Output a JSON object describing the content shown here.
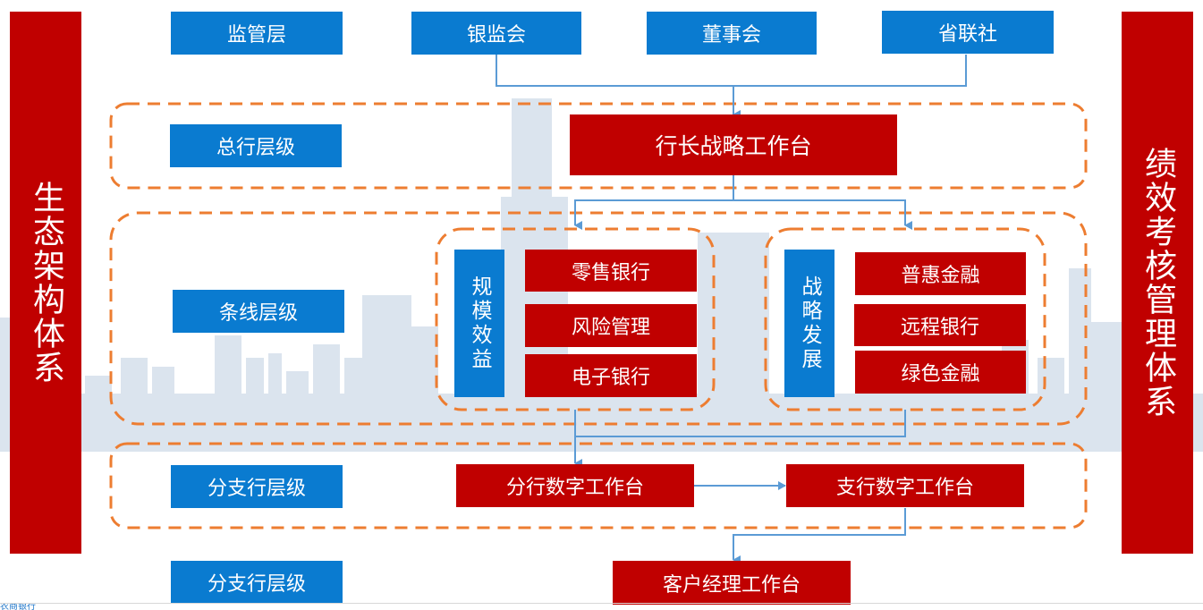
{
  "left_pillar": {
    "label": "生态架构体系"
  },
  "right_pillar": {
    "label": "绩效考核管理体系"
  },
  "layers": {
    "supervision": "监管层",
    "head_office": "总行层级",
    "business_line": "条线层级",
    "branch": "分支行层级",
    "branch_bottom": "分支行层级"
  },
  "supervisors": [
    "银监会",
    "董事会",
    "省联社"
  ],
  "head_office_node": "行长战略工作台",
  "group_scale": {
    "label": "规模效益",
    "items": [
      "零售银行",
      "风险管理",
      "电子银行"
    ]
  },
  "group_strategy": {
    "label": "战略发展",
    "items": [
      "普惠金融",
      "远程银行",
      "绿色金融"
    ]
  },
  "branch_nodes": [
    "分行数字工作台",
    "支行数字工作台"
  ],
  "manager_node": "客户经理工作台",
  "footer_text": "农商银行",
  "colors": {
    "red": "#c00000",
    "blue": "#0a7bd0",
    "dash": "#ed7d31",
    "connector": "#5b9bd5",
    "skyline": "#dbe4ee"
  }
}
